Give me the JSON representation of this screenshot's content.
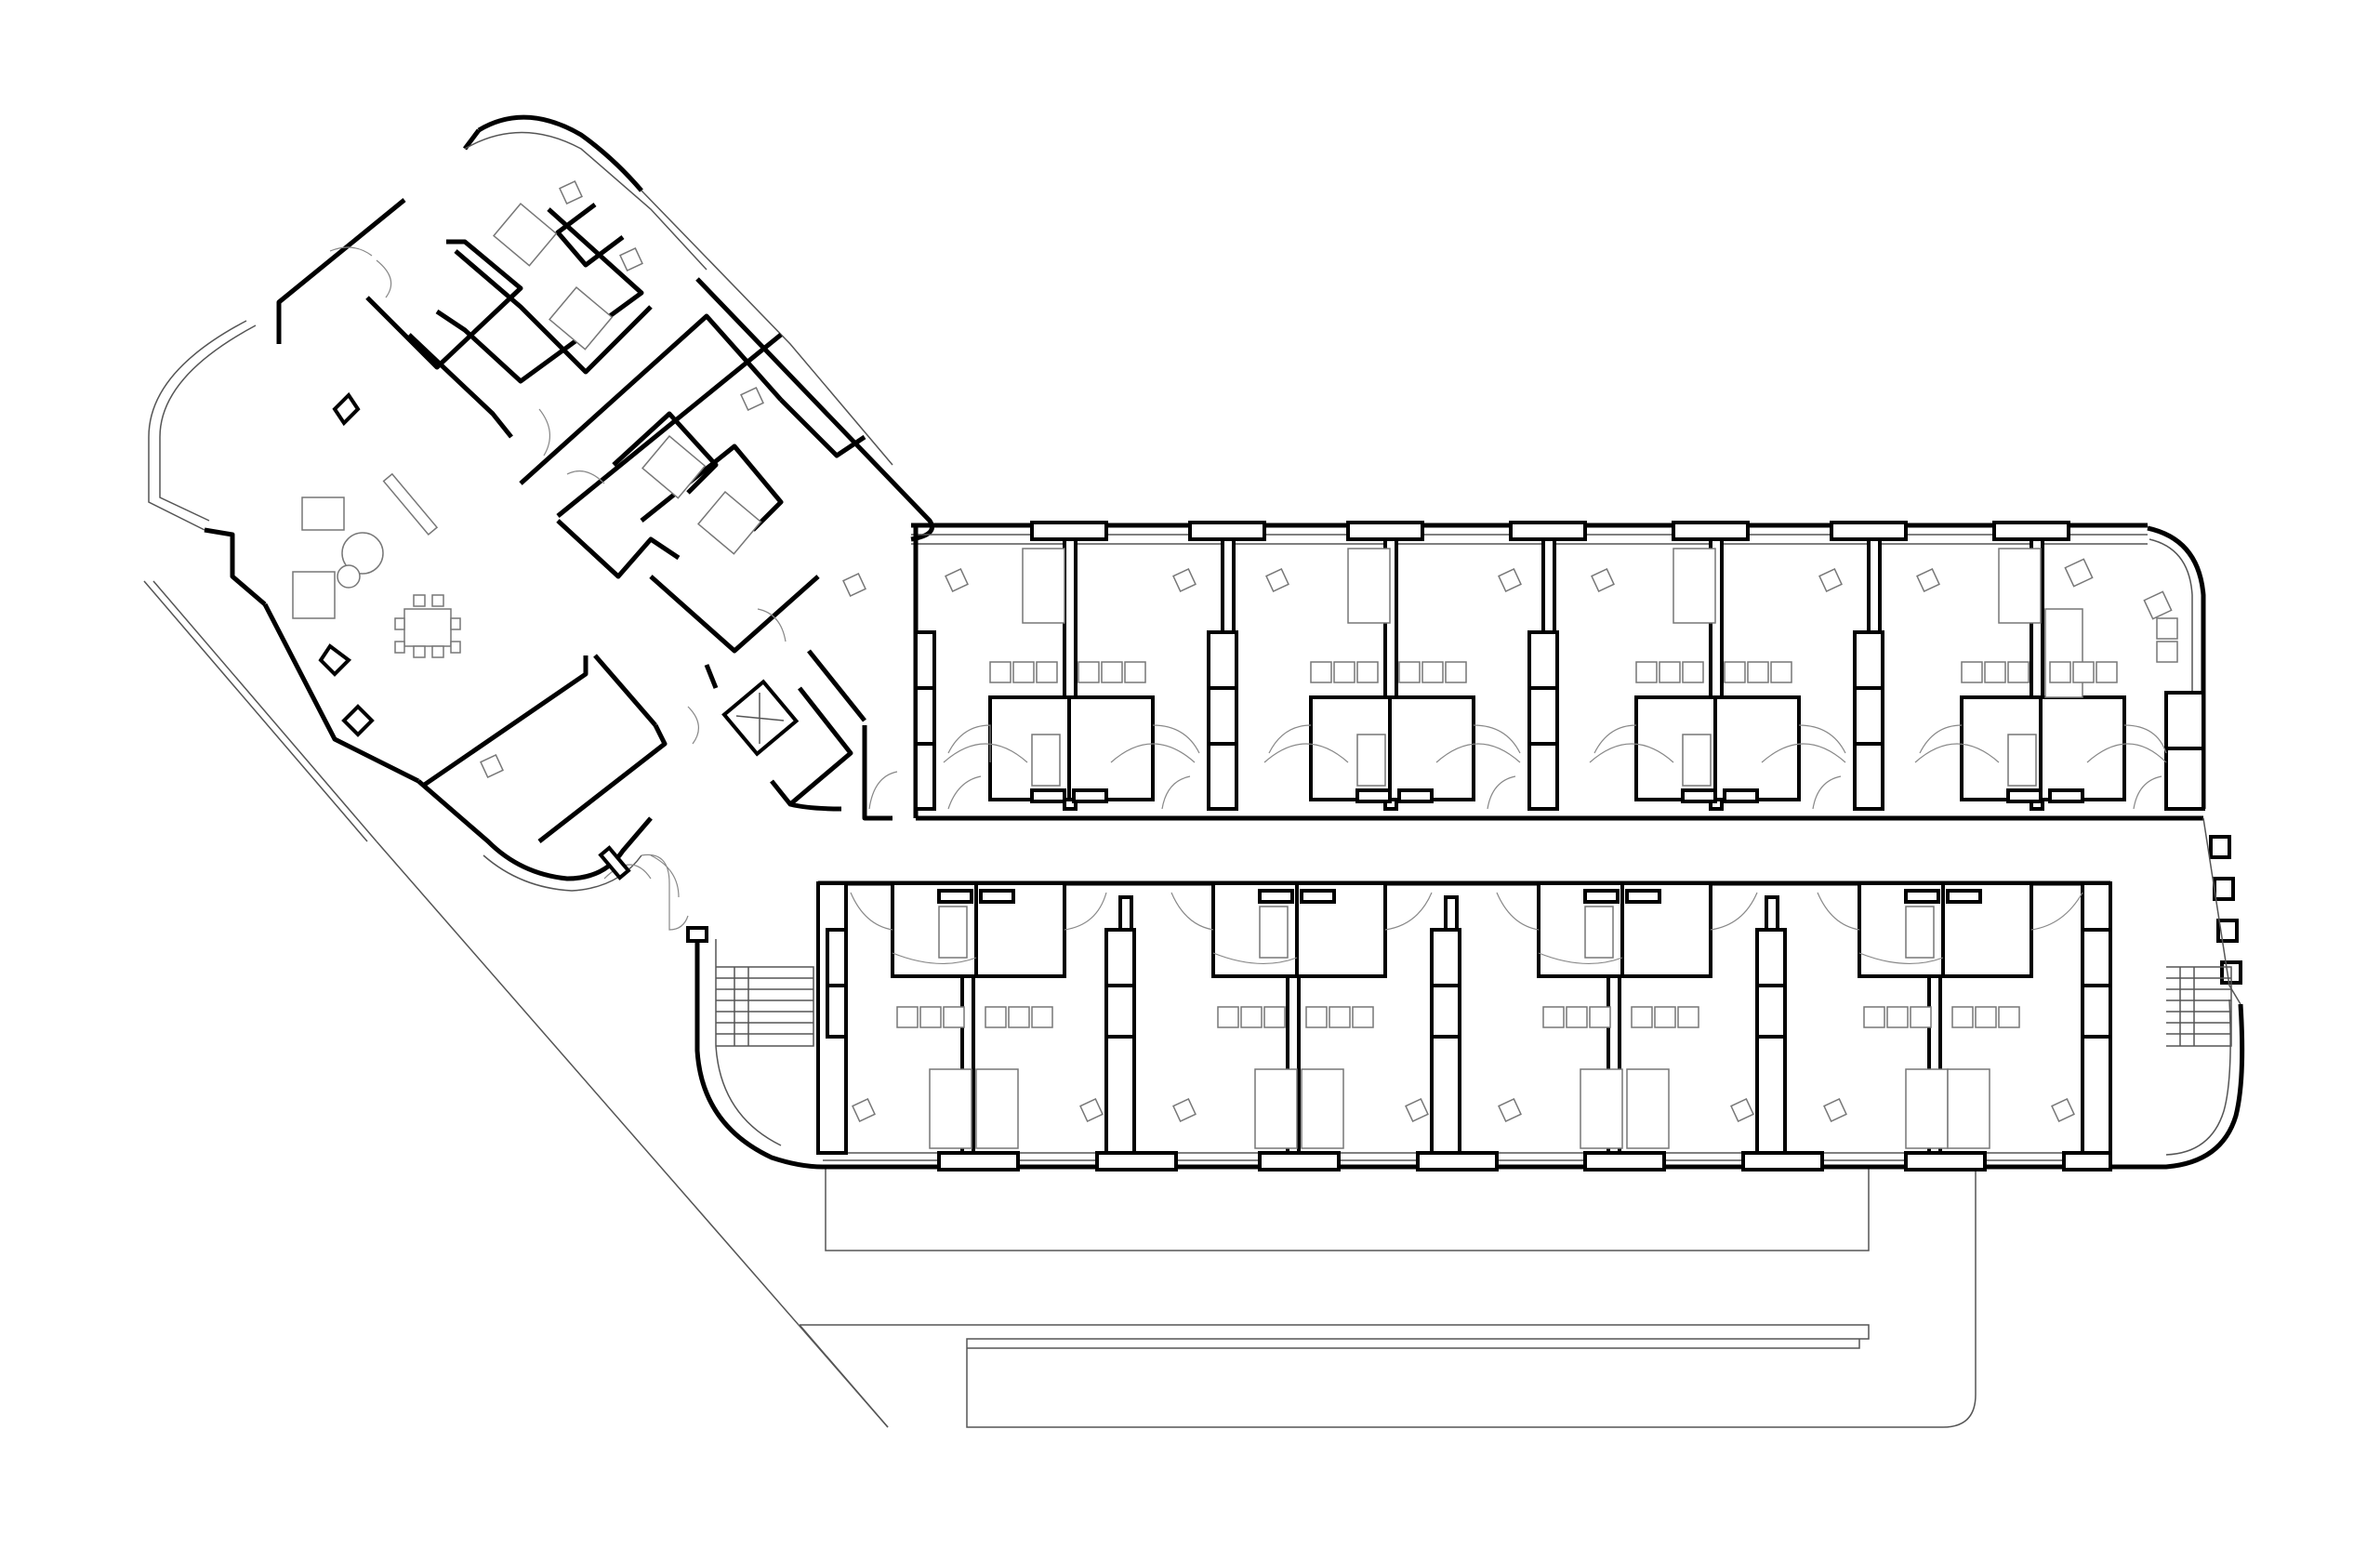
{
  "drawing": {
    "kind": "floor-plan",
    "line_color": "#000000",
    "background": "#ffffff",
    "upper_wing_room_modules": 8,
    "lower_wing_room_modules": 8,
    "stairs": 2,
    "elevators": 1
  }
}
